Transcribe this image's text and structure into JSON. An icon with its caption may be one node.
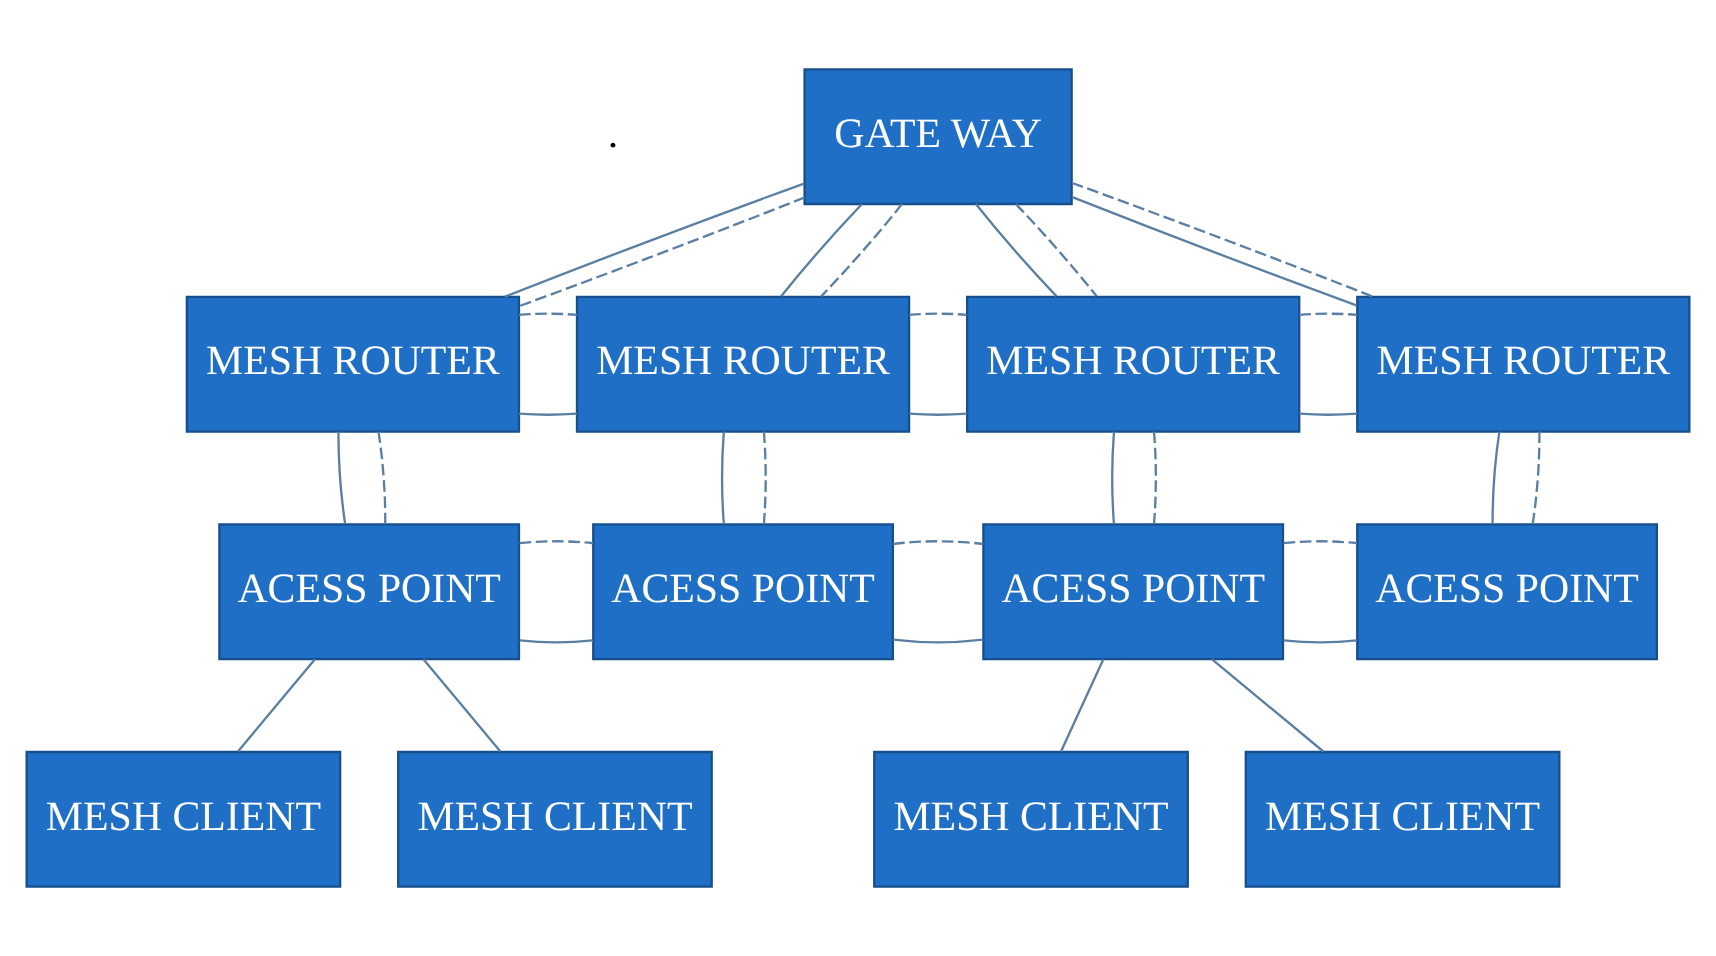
{
  "diagram": {
    "nodes": [
      {
        "text": [
          "GATE WAY"
        ]
      },
      {
        "text": [
          "MESH ROUTER"
        ]
      },
      {
        "text": [
          "MESH ROUTER"
        ]
      },
      {
        "text": [
          "MESH ROUTER"
        ]
      },
      {
        "text": [
          "MESH ROUTER"
        ]
      },
      {
        "text": [
          "ACESS POINT"
        ]
      },
      {
        "text": [
          "ACESS POINT"
        ]
      },
      {
        "text": [
          "ACESS POINT"
        ]
      },
      {
        "text": [
          "ACESS POINT"
        ]
      },
      {
        "text": [
          "MESH CLIENT"
        ]
      },
      {
        "text": [
          "MESH CLIENT"
        ]
      },
      {
        "text": [
          "MESH CLIENT"
        ]
      },
      {
        "text": [
          "MESH CLIENT"
        ]
      }
    ],
    "edges": [
      {
        "from": 0,
        "to": 1,
        "arrow": "none"
      },
      {
        "from": 0,
        "to": 1,
        "arrow": "none",
        "style": "dashed"
      },
      {
        "from": 0,
        "to": 2,
        "arrow": "none"
      },
      {
        "from": 0,
        "to": 2,
        "arrow": "none",
        "style": "dashed"
      },
      {
        "from": 0,
        "to": 3,
        "arrow": "none"
      },
      {
        "from": 0,
        "to": 3,
        "arrow": "none",
        "style": "dashed"
      },
      {
        "from": 0,
        "to": 4,
        "arrow": "none"
      },
      {
        "from": 0,
        "to": 4,
        "arrow": "none",
        "style": "dashed"
      },
      {
        "from": 1,
        "to": 2,
        "arrow": "none"
      },
      {
        "from": 1,
        "to": 2,
        "arrow": "none",
        "style": "dashed"
      },
      {
        "from": 2,
        "to": 3,
        "arrow": "none"
      },
      {
        "from": 2,
        "to": 3,
        "arrow": "none",
        "style": "dashed"
      },
      {
        "from": 3,
        "to": 4,
        "arrow": "none"
      },
      {
        "from": 3,
        "to": 4,
        "arrow": "none",
        "style": "dashed"
      },
      {
        "from": 1,
        "to": 5,
        "arrow": "none"
      },
      {
        "from": 1,
        "to": 5,
        "arrow": "none",
        "style": "dashed"
      },
      {
        "from": 2,
        "to": 6,
        "arrow": "none"
      },
      {
        "from": 2,
        "to": 6,
        "arrow": "none",
        "style": "dashed"
      },
      {
        "from": 3,
        "to": 7,
        "arrow": "none"
      },
      {
        "from": 3,
        "to": 7,
        "arrow": "none",
        "style": "dashed"
      },
      {
        "from": 4,
        "to": 8,
        "arrow": "none"
      },
      {
        "from": 4,
        "to": 8,
        "arrow": "none",
        "style": "dashed"
      },
      {
        "from": 5,
        "to": 6,
        "arrow": "none"
      },
      {
        "from": 5,
        "to": 6,
        "arrow": "none",
        "style": "dashed"
      },
      {
        "from": 6,
        "to": 7,
        "arrow": "none"
      },
      {
        "from": 6,
        "to": 7,
        "arrow": "none",
        "style": "dashed"
      },
      {
        "from": 7,
        "to": 8,
        "arrow": "none"
      },
      {
        "from": 7,
        "to": 8,
        "arrow": "none",
        "style": "dashed"
      },
      {
        "from": 5,
        "to": 9,
        "arrow": "none"
      },
      {
        "from": 5,
        "to": 10,
        "arrow": "none"
      },
      {
        "from": 7,
        "to": 11,
        "arrow": "none"
      },
      {
        "from": 7,
        "to": 12,
        "arrow": "none"
      }
    ],
    "labels": [
      "."
    ]
  }
}
